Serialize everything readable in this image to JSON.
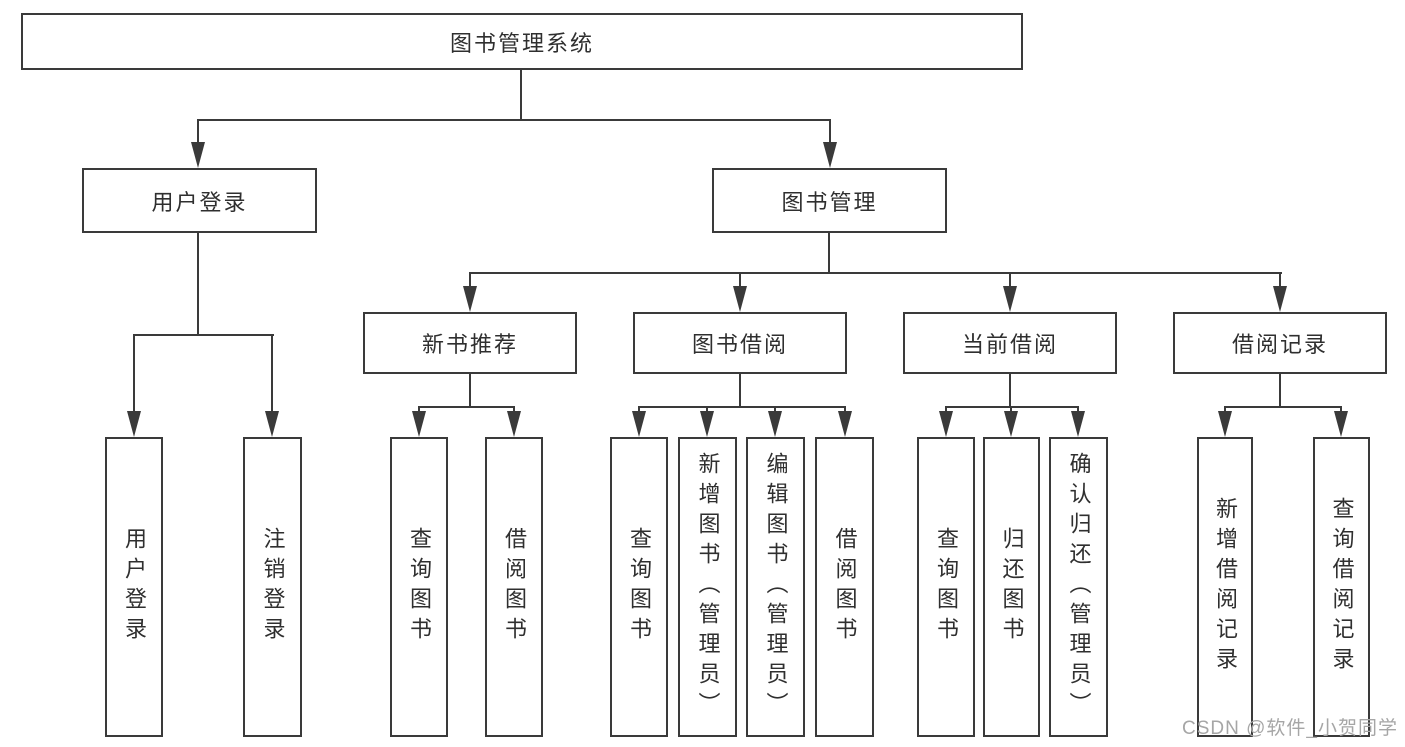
{
  "tree": {
    "label": "图书管理系统",
    "children": [
      {
        "label": "用户登录",
        "children": [
          {
            "label": "用户登录"
          },
          {
            "label": "注销登录"
          }
        ]
      },
      {
        "label": "图书管理",
        "children": [
          {
            "label": "新书推荐",
            "children": [
              {
                "label": "查询图书"
              },
              {
                "label": "借阅图书"
              }
            ]
          },
          {
            "label": "图书借阅",
            "children": [
              {
                "label": "查询图书"
              },
              {
                "label": "新增图书（管理员）"
              },
              {
                "label": "编辑图书（管理员）"
              },
              {
                "label": "借阅图书"
              }
            ]
          },
          {
            "label": "当前借阅",
            "children": [
              {
                "label": "查询图书"
              },
              {
                "label": "归还图书"
              },
              {
                "label": "确认归还（管理员）"
              }
            ]
          },
          {
            "label": "借阅记录",
            "children": [
              {
                "label": "新增借阅记录"
              },
              {
                "label": "查询借阅记录"
              }
            ]
          }
        ]
      }
    ]
  },
  "watermark": {
    "text": "CSDN @软件_小贺同学"
  },
  "colors": {
    "line": "#3a3a3a",
    "text": "#2f2f2f",
    "watermark": "#a6a6a6",
    "background": "#ffffff"
  }
}
